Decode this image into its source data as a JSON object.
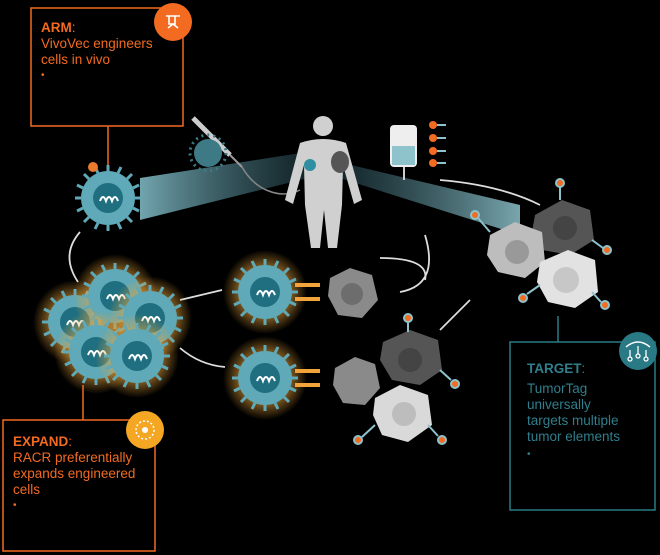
{
  "arm": {
    "title": "ARM",
    "colon": ":",
    "lines": [
      "VivoVec engineers",
      "cells in vivo"
    ],
    "bullet": "•",
    "icon": "receptor-icon"
  },
  "expand": {
    "title": "EXPAND",
    "colon": ":",
    "lines": [
      "RACR preferentially",
      "expands engineered",
      "cells"
    ],
    "bullet": "•",
    "icon": "radial-burst-icon"
  },
  "target": {
    "title": "TARGET",
    "colon": ":",
    "lines": [
      "TumorTag",
      "universally",
      "targets multiple",
      "tumor elements"
    ],
    "bullet": "•",
    "icon": "tumor-tag-icon"
  },
  "colors": {
    "orange": "#f26b21",
    "teal": "#2a7a86",
    "cell_teal": "#5fa9b8",
    "glow": "#e8a33a",
    "tumor_dark": "#6b6b6b",
    "tumor_light": "#d9d9d9"
  }
}
